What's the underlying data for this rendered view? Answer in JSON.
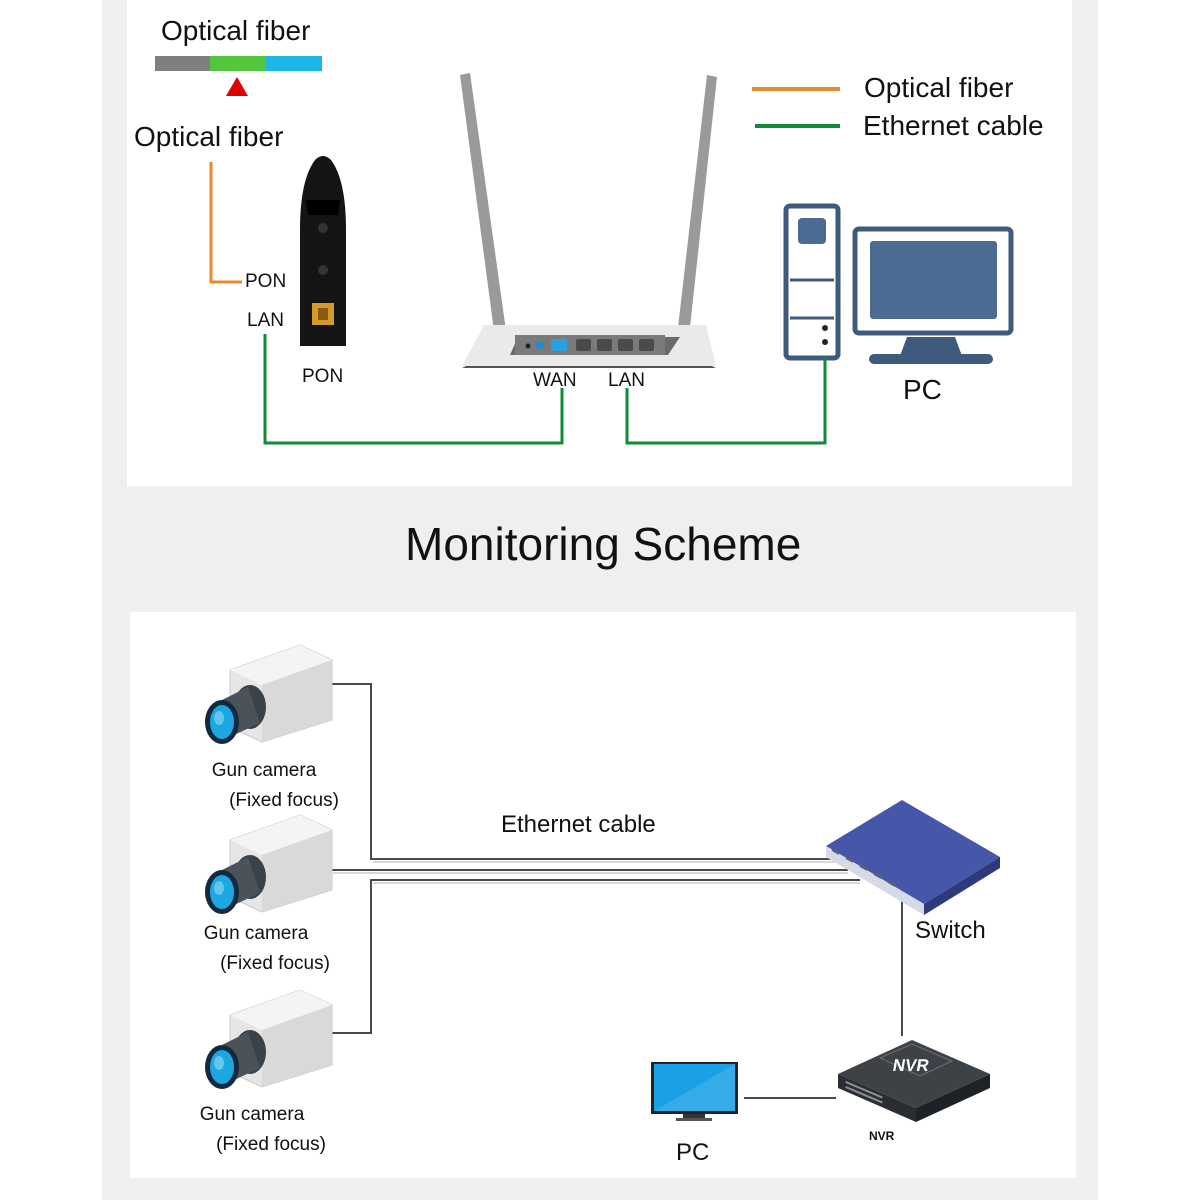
{
  "top": {
    "fiber_strip_label": "Optical fiber",
    "fiber_strip_colors": [
      "#7f7f7f",
      "#52c63c",
      "#1fb4ea"
    ],
    "fiber_marker_color": "#e00000",
    "fiber_input_label": "Optical fiber",
    "pon_port_label": "PON",
    "lan_port_label": "LAN",
    "pon_device_label": "PON",
    "router_wan_label": "WAN",
    "router_lan_label": "LAN",
    "pc_label": "PC",
    "legend": [
      {
        "label": "Optical fiber",
        "color": "#e8892c"
      },
      {
        "label": "Ethernet cable",
        "color": "#118a3a"
      }
    ]
  },
  "section_title": "Monitoring Scheme",
  "bottom": {
    "cameras": [
      {
        "name": "Gun camera",
        "detail": "(Fixed focus)"
      },
      {
        "name": "Gun camera",
        "detail": "(Fixed focus)"
      },
      {
        "name": "Gun camera",
        "detail": "(Fixed focus)"
      }
    ],
    "cable_label": "Ethernet cable",
    "switch_label": "Switch",
    "nvr_badge": "NVR",
    "nvr_label": "NVR",
    "pc_label": "PC",
    "colors": {
      "switch": "#4656a8",
      "nvr": "#3d4247",
      "monitor_screen": "#1aa0e6",
      "camera_lens": "#1ea6e0"
    }
  }
}
